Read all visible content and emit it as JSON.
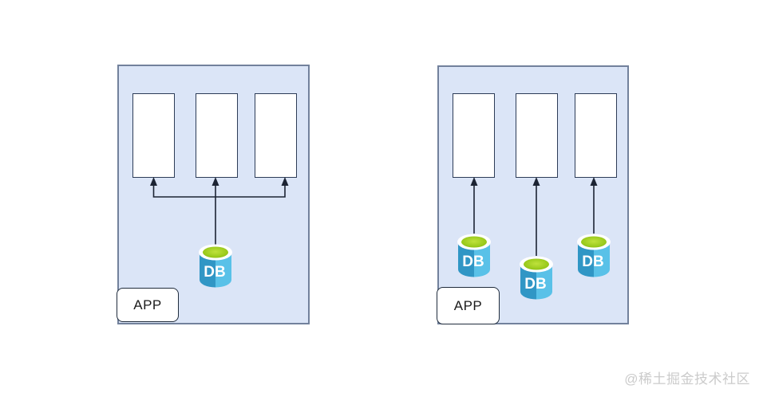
{
  "colors": {
    "panel_fill": "#dbe5f7",
    "panel_border": "#72819c",
    "service_box_fill": "#ffffff",
    "service_box_border": "#2d3c57",
    "arrow": "#1c2434",
    "app_box_fill": "#ffffff",
    "app_box_border": "#202c3c",
    "app_text": "#1b1b1b",
    "db_body_left": "#3096c5",
    "db_body_right": "#59c1e8",
    "db_rim": "#ffffff",
    "db_top_green_outer": "#7fb40c",
    "db_top_green_inner": "#bfe23c",
    "db_text": "#ffffff",
    "watermark_text": "#cbcbcb"
  },
  "left_diagram": {
    "app_label": "APP",
    "service_box_count": 3,
    "databases": [
      {
        "label": "DB"
      }
    ]
  },
  "right_diagram": {
    "app_label": "APP",
    "service_box_count": 3,
    "databases": [
      {
        "label": "DB"
      },
      {
        "label": "DB"
      },
      {
        "label": "DB"
      }
    ]
  },
  "watermark": {
    "text": "@稀土掘金技术社区"
  }
}
